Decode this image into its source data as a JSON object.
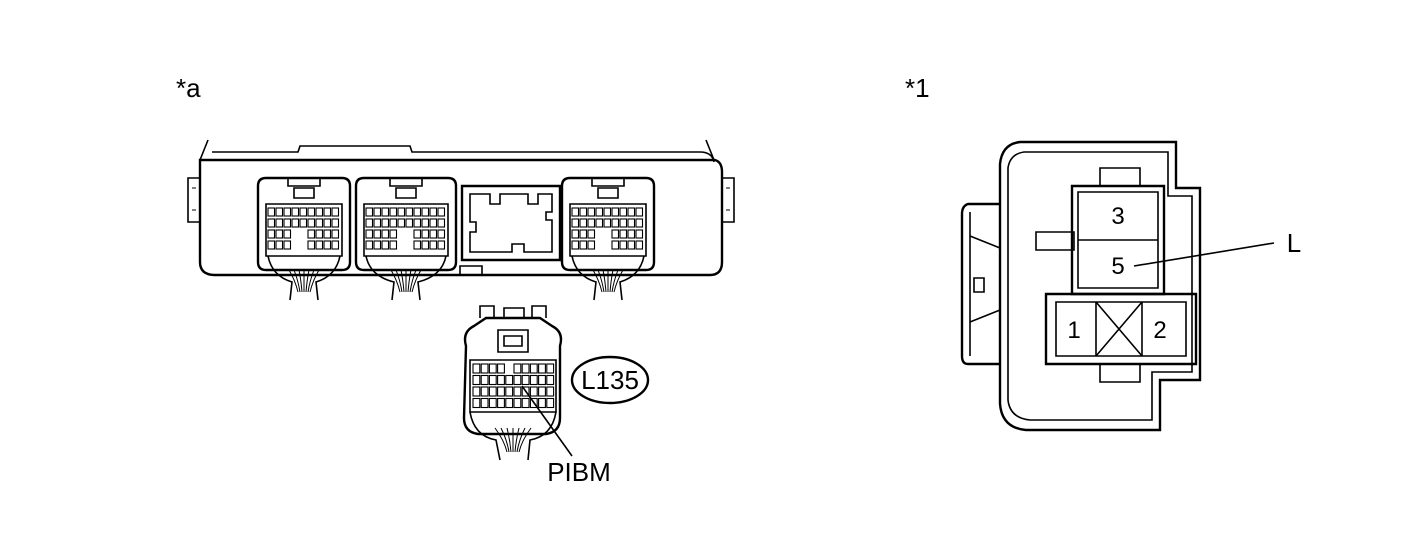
{
  "labels": {
    "left_marker": "*a",
    "right_marker": "*1",
    "connector_code": "L135",
    "terminal_name": "PIBM",
    "pin_3": "3",
    "pin_5": "5",
    "pin_1": "1",
    "pin_2": "2",
    "wire_color": "L"
  }
}
